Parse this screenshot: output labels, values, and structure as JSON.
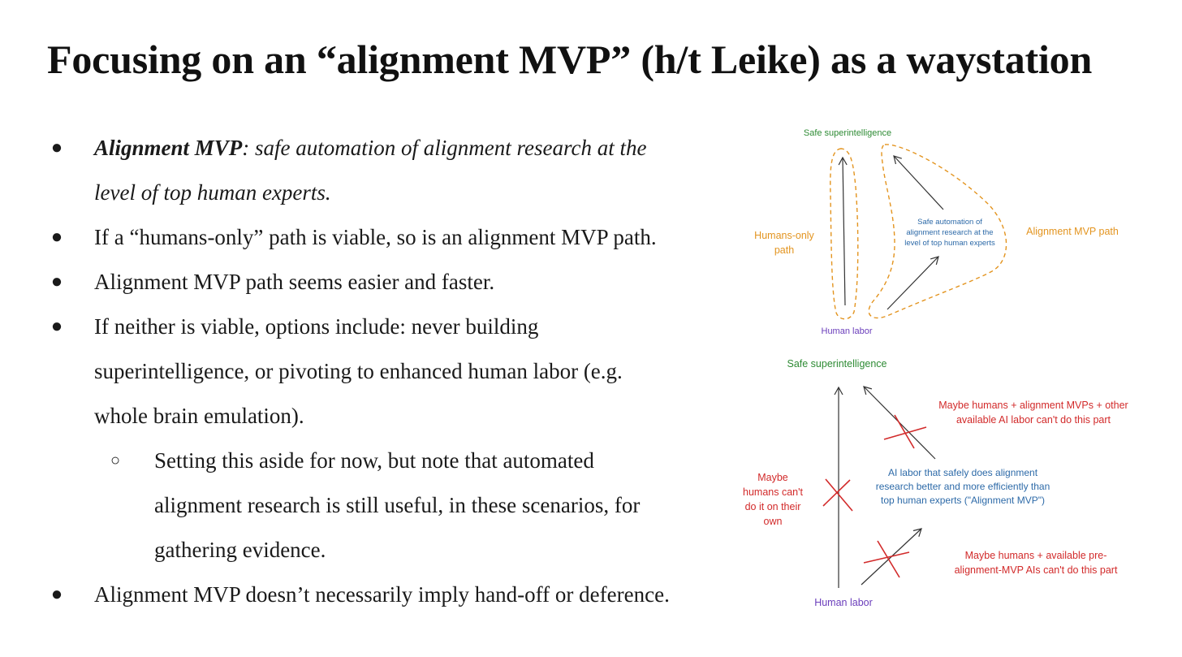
{
  "slide": {
    "title": "Focusing on an “alignment MVP” (h/t Leike) as a waystation"
  },
  "bullets": {
    "b1_term": "Alignment MVP",
    "b1_def_1": ": safe automation of alignment research at the",
    "b1_def_2": "level of top human experts.",
    "b2": "If a “humans-only” path is viable, so is an alignment MVP path.",
    "b3": "Alignment MVP path seems easier and faster.",
    "b4_1": "If neither is viable, options include: never building",
    "b4_2": "superintelligence, or pivoting to enhanced human labor (e.g.",
    "b4_3": "whole brain emulation).",
    "sub_1": "Setting this aside for now, but note that automated",
    "sub_2": "alignment research is still useful, in these scenarios, for",
    "sub_3": "gathering evidence.",
    "b5": "Alignment MVP doesn’t necessarily imply hand-off or deference.",
    "bullet_glyph": "●",
    "sub_glyph": "○"
  },
  "diagram_top": {
    "goal": "Safe superintelligence",
    "start": "Human labor",
    "left_path_1": "Humans-only",
    "left_path_2": "path",
    "mid_1": "Safe automation of",
    "mid_2": "alignment research at the",
    "mid_3": "level of top human experts",
    "right_path": "Alignment MVP path"
  },
  "diagram_bottom": {
    "goal": "Safe superintelligence",
    "start": "Human labor",
    "left_1": "Maybe",
    "left_2": "humans can't",
    "left_3": "do it on their",
    "left_4": "own",
    "mid_1": "AI labor that safely does alignment",
    "mid_2": "research better and more efficiently than",
    "mid_3": "top human experts (\"Alignment MVP\")",
    "upper_right_1": "Maybe humans + alignment MVPs + other",
    "upper_right_2": "available AI labor can't do this part",
    "lower_right_1": "Maybe humans + available pre-",
    "lower_right_2": "alignment-MVP AIs can't do this part"
  },
  "colors": {
    "green": "#2e8b34",
    "purple": "#6a3dbb",
    "orange": "#e3941f",
    "blue": "#2d6aa8",
    "red": "#d22a2a",
    "arrow": "#333333"
  }
}
